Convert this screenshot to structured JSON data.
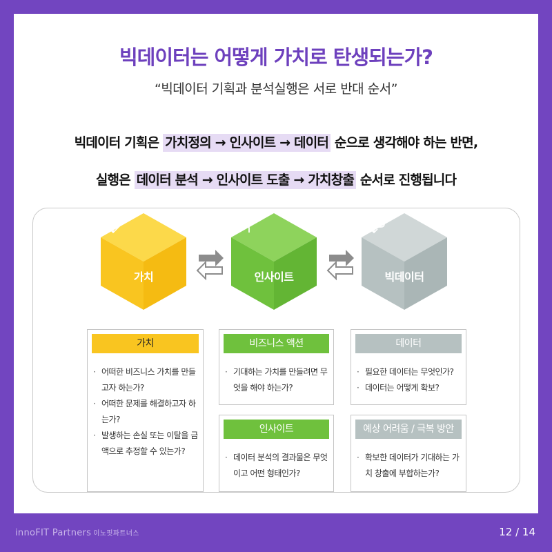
{
  "title": "빅데이터는 어떻게 가치로 탄생되는가?",
  "subtitle": "“빅데이터 기획과 분석실행은 서로 반대 순서”",
  "line1": {
    "pre": "빅데이터 기획은 ",
    "highlight": "가치정의 → 인사이트 → 데이터",
    "post": " 순으로 생각해야 하는 반면,"
  },
  "line2": {
    "pre": "실행은 ",
    "highlight": "데이터 분석 → 인사이트 도출 → 가치창출",
    "post": " 순서로 진행됩니다"
  },
  "hexagons": [
    {
      "label": "가치",
      "icon": "diamond-icon",
      "color": "#f9c520"
    },
    {
      "label": "인사이트",
      "icon": "person-icon",
      "color": "#6fc13d"
    },
    {
      "label": "빅데이터",
      "icon": "cloud-download-icon",
      "color": "#b6c1c1"
    }
  ],
  "boxes": {
    "value": {
      "header": "가치",
      "header_color": "#f9c520",
      "items": [
        "어떠한 비즈니스 가치를 만들고자 하는가?",
        "어떠한 문제를 해결하고자 하는가?",
        "발생하는 손실 또는 이탈을 금액으로 추정할 수 있는가?"
      ]
    },
    "business_action": {
      "header": "비즈니스 액션",
      "header_color": "#6fc13d",
      "items": [
        "기대하는 가치를 만들려면 무엇을 해야 하는가?"
      ]
    },
    "insight": {
      "header": "인사이트",
      "header_color": "#6fc13d",
      "items": [
        "데이터 분석의 결과물은 무엇이고 어떤 형태인가?"
      ]
    },
    "data": {
      "header": "데이터",
      "header_color": "#b6c1c1",
      "items": [
        "필요한 데이터는 무엇인가?",
        "데이터는 어떻게 확보?"
      ]
    },
    "challenges": {
      "header": "예상 어려움 / 극복 방안",
      "header_color": "#b6c1c1",
      "items": [
        "확보한 데이터가 기대하는 가치 창출에 부합하는가?"
      ]
    }
  },
  "footer": {
    "logo": "innoFIT Partners",
    "logo_ko": "이노핏파트너스",
    "page": "12 / 14"
  }
}
